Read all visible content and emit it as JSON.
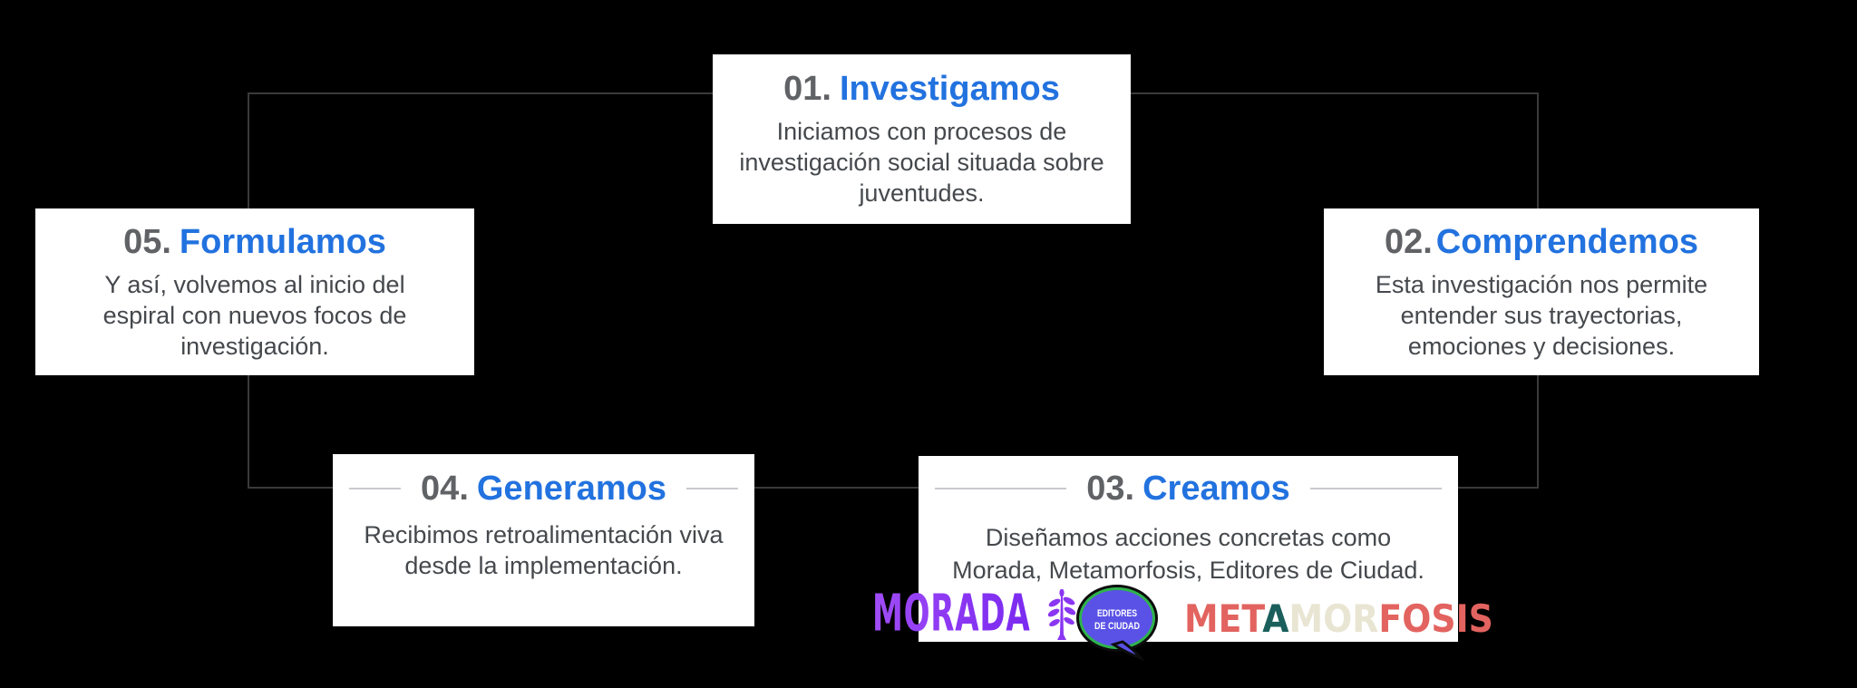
{
  "diagram": {
    "kind": "process-spiral",
    "language": "es"
  },
  "steps": [
    {
      "number": "01.",
      "title": "Investigamos",
      "description": "Iniciamos con procesos de\ninvestigación social situada sobre\njuventudes."
    },
    {
      "number": "02.",
      "title": "Comprendemos",
      "description": "Esta investigación nos permite\nentender sus trayectorias,\nemociones y decisiones."
    },
    {
      "number": "03.",
      "title": "Creamos",
      "description": "Diseñamos acciones concretas como\nMorada, Metamorfosis, Editores de Ciudad."
    },
    {
      "number": "04.",
      "title": "Generamos",
      "description": "Recibimos retroalimentación viva\ndesde la implementación."
    },
    {
      "number": "05.",
      "title": "Formulamos",
      "description": "Y así, volvemos al inicio del\nespiral con nuevos focos de\ninvestigación."
    }
  ],
  "logos": {
    "morada": {
      "text": "MORADA",
      "gradient_start": "#a14df7",
      "gradient_end": "#7a2af0"
    },
    "editores": {
      "line1": "EDITORES",
      "line2": "DE CIUDAD",
      "bubble_fill": "#5a52e6",
      "bubble_ring_green": "#2fb34c"
    },
    "metamorfosis": {
      "segments": [
        {
          "text": "MET",
          "color": "#e2635f"
        },
        {
          "text": "A",
          "color": "#1a5f5c"
        },
        {
          "text": "MOR",
          "color": "#e9e5d3"
        },
        {
          "text": "FOSIS",
          "color": "#e2635f"
        }
      ]
    }
  },
  "colors": {
    "background": "#000000",
    "card_bg": "#ffffff",
    "accent_blue": "#2272df",
    "number_gray": "#606265",
    "body_text": "#45484c",
    "connector_dark": "#3a3a3a",
    "connector_light": "#c9cbce"
  }
}
